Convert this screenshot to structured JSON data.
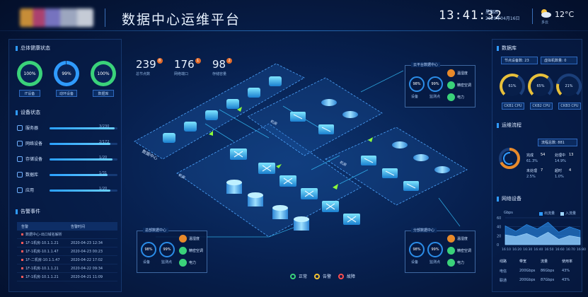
{
  "header": {
    "title": "数据中心运维平台",
    "time": "13:41:32",
    "date_line1": "星期四",
    "date_line2": "2020年04月16日",
    "temperature": "12°C",
    "weather": "多云"
  },
  "left": {
    "health": {
      "title": "总体健康状态",
      "rings": [
        {
          "value": "100%",
          "label": "IT设备",
          "pct": 1.0
        },
        {
          "value": "99%",
          "label": "动环设备",
          "pct": 0.99
        },
        {
          "value": "100%",
          "label": "数据库",
          "pct": 1.0
        }
      ]
    },
    "devices": {
      "title": "设备状态",
      "rows": [
        {
          "label": "服务器",
          "value": "3/230",
          "pct": 0.96
        },
        {
          "label": "网络设备",
          "value": "2/172",
          "pct": 0.9
        },
        {
          "label": "存储设备",
          "value": "1/20",
          "pct": 0.93
        },
        {
          "label": "数据库",
          "value": "1/31",
          "pct": 0.85
        },
        {
          "label": "应用",
          "value": "1/20",
          "pct": 0.9
        }
      ]
    },
    "alarms": {
      "title": "告警事件",
      "headers": [
        "告警",
        "告警时间"
      ],
      "rows": [
        {
          "name": "数据中心-出口域名解析",
          "time": ""
        },
        {
          "name": "1F-1机房-10.1.1.21",
          "time": "2020-04-23 12:34"
        },
        {
          "name": "1F-1机房-10.1.1.47",
          "time": "2020-04-23 00:23"
        },
        {
          "name": "1F-二机房-10.1.1.47",
          "time": "2020-04-22 17:02"
        },
        {
          "name": "1F-1机房-10.1.1.21",
          "time": "2020-04-22 09:34"
        },
        {
          "name": "1F-1机房-10.1.1.21",
          "time": "2020-04-21 11:09"
        }
      ]
    }
  },
  "center": {
    "stats": [
      {
        "value": "239",
        "badge": "8",
        "label": "总节点数"
      },
      {
        "value": "176",
        "badge": "1",
        "label": "网络端口"
      },
      {
        "value": "98",
        "badge": "2",
        "label": "存储容量"
      }
    ],
    "zones": {
      "a": "数据中心",
      "b": "机房",
      "c": "机房",
      "d": "机房"
    },
    "box_top": {
      "title": "云平台数据中心",
      "rings": [
        {
          "v": "98%",
          "l": "设备"
        },
        {
          "v": "99%",
          "l": "监测点"
        }
      ],
      "items": [
        "温湿度",
        "精密空调",
        "电力"
      ]
    },
    "box_left": {
      "title": "总部数据中心",
      "rings": [
        {
          "v": "98%",
          "l": "设备"
        },
        {
          "v": "99%",
          "l": "监测点"
        }
      ],
      "items": [
        "温湿度",
        "精密空调",
        "电力"
      ]
    },
    "box_right": {
      "title": "分部数据中心",
      "rings": [
        {
          "v": "98%",
          "l": "设备"
        },
        {
          "v": "99%",
          "l": "监测点"
        }
      ],
      "items": [
        "温湿度",
        "精密空调",
        "电力"
      ]
    },
    "legend": [
      {
        "label": "正常",
        "color": "#3ad27a"
      },
      {
        "label": "告警",
        "color": "#f1c232"
      },
      {
        "label": "故障",
        "color": "#ff4d4d"
      }
    ]
  },
  "right": {
    "resources": {
      "title": "数据库",
      "tab1": "节点设备数: 23",
      "tab2": "虚拟机数量: 0",
      "gauges": [
        {
          "value": "61%",
          "label": "CKB1 CPU",
          "pct": 0.61
        },
        {
          "value": "65%",
          "label": "CKB2 CPU",
          "pct": 0.65
        },
        {
          "value": "21%",
          "label": "CKB3 CPU",
          "pct": 0.21
        }
      ]
    },
    "flow": {
      "title": "运维流程",
      "select": "流程总数: 881",
      "pct_label": "",
      "items": [
        {
          "k": "完成",
          "v": "54",
          "p": "61.3%"
        },
        {
          "k": "处理中",
          "v": "13",
          "p": "14.9%"
        },
        {
          "k": "未处理",
          "v": "7",
          "p": "2.5%"
        },
        {
          "k": "超时",
          "v": "4",
          "p": "1.0%"
        }
      ]
    },
    "network": {
      "title": "网络设备",
      "unit": "Gbps",
      "legend": [
        "出流量",
        "入流量"
      ],
      "chart": {
        "type": "area",
        "x": [
          "16:10",
          "16:20",
          "16:30",
          "16:40",
          "16:50",
          "16:60",
          "16:70",
          "16:80"
        ],
        "series": [
          {
            "name": "出流量",
            "values": [
              42,
              30,
              45,
              35,
              50,
              28,
              40,
              32
            ]
          },
          {
            "name": "入流量",
            "values": [
              22,
              18,
              25,
              15,
              28,
              12,
              20,
              16
            ]
          }
        ],
        "ylim": [
          0,
          60
        ],
        "yticks": [
          "60",
          "40",
          "20",
          "0"
        ]
      },
      "table_headers": [
        "线路",
        "带宽",
        "流量",
        "使用率"
      ],
      "table_rows": [
        [
          "电信",
          "200Gbps",
          "86Gbps",
          "43%"
        ],
        [
          "联通",
          "200Gbps",
          "87Gbps",
          "43%"
        ]
      ]
    }
  },
  "colors": {
    "accent": "#2f9bff",
    "panel_border": "#2f6ac0",
    "normal": "#3ad27a",
    "warn": "#f1c232",
    "fault": "#ff4d4d",
    "orange": "#e88a2a"
  }
}
